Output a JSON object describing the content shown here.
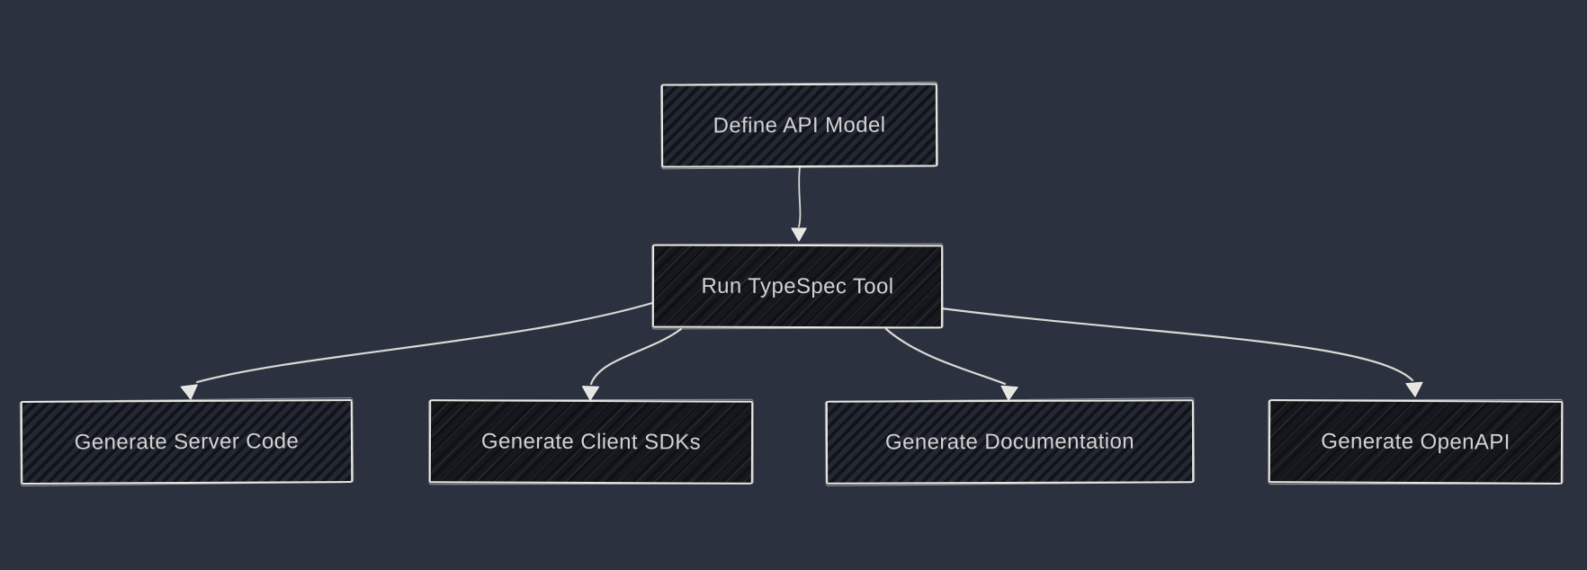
{
  "diagram": {
    "kind": "flowchart",
    "direction": "top-down",
    "style": "hand-drawn sketch, dark theme",
    "colors": {
      "background": "#2b313e",
      "node_fill": "#16181d",
      "node_fill_hatched": "#232833",
      "node_border": "#e9e7e2",
      "edge_stroke": "#d9d9d6",
      "label_text": "#d2d2d2"
    },
    "nodes": [
      {
        "id": "define-api-model",
        "label": "Define API Model"
      },
      {
        "id": "run-typespec-tool",
        "label": "Run TypeSpec Tool"
      },
      {
        "id": "generate-server-code",
        "label": "Generate Server Code"
      },
      {
        "id": "generate-client-sdks",
        "label": "Generate Client SDKs"
      },
      {
        "id": "generate-documentation",
        "label": "Generate Documentation"
      },
      {
        "id": "generate-openapi",
        "label": "Generate OpenAPI"
      }
    ],
    "edges": [
      {
        "from": "Define API Model",
        "to": "Run TypeSpec Tool"
      },
      {
        "from": "Run TypeSpec Tool",
        "to": "Generate Server Code"
      },
      {
        "from": "Run TypeSpec Tool",
        "to": "Generate Client SDKs"
      },
      {
        "from": "Run TypeSpec Tool",
        "to": "Generate Documentation"
      },
      {
        "from": "Run TypeSpec Tool",
        "to": "Generate OpenAPI"
      }
    ]
  }
}
